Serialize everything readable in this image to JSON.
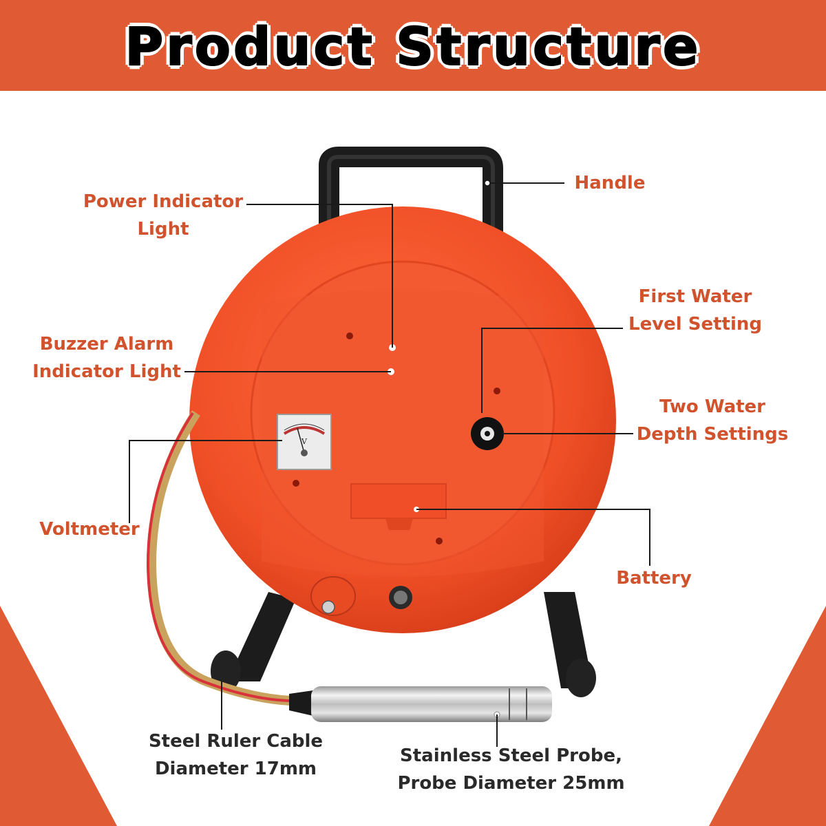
{
  "header": {
    "title": "Product Structure"
  },
  "colors": {
    "accent": "#e05a33",
    "label": "#d0532e",
    "reel": "#f0512a",
    "frame": "#1e1e1e"
  },
  "labels": {
    "handle": [
      "Handle"
    ],
    "power_indicator": [
      "Power Indicator",
      "Light"
    ],
    "first_water": [
      "First Water",
      "Level Setting"
    ],
    "buzzer_alarm": [
      "Buzzer Alarm",
      "Indicator Light"
    ],
    "two_water": [
      "Two Water",
      "Depth Settings"
    ],
    "voltmeter": [
      "Voltmeter"
    ],
    "battery": [
      "Battery"
    ],
    "steel_ruler": [
      "Steel Ruler Cable",
      "Diameter 17mm"
    ],
    "probe": [
      "Stainless Steel Probe,",
      "Probe Diameter 25mm"
    ]
  },
  "voltmeter_face": {
    "unit": "V"
  }
}
